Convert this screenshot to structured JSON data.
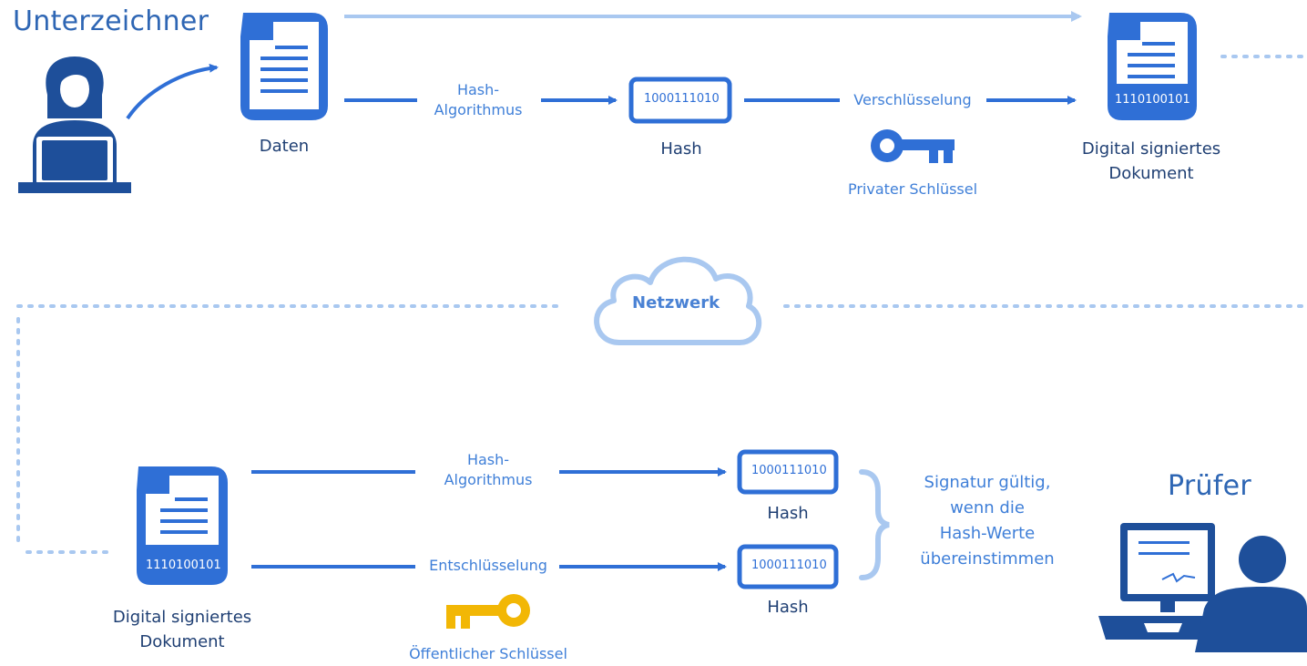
{
  "signer": {
    "heading": "Unterzeichner"
  },
  "verifier": {
    "heading": "Prüfer"
  },
  "top_row": {
    "data_label": "Daten",
    "hash_algorithm_label": [
      "Hash-",
      "Algorithmus"
    ],
    "hash_value": "1000111010",
    "hash_label": "Hash",
    "encryption_label": "Verschlüsselung",
    "private_key_label": "Privater Schlüssel",
    "signed_doc_value": "1110100101",
    "signed_doc_label": [
      "Digital signiertes",
      "Dokument"
    ]
  },
  "network": {
    "label": "Netzwerk"
  },
  "bottom_row": {
    "signed_doc_value": "1110100101",
    "signed_doc_label": [
      "Digital signiertes",
      "Dokument"
    ],
    "hash_algorithm_label": [
      "Hash-",
      "Algorithmus"
    ],
    "decryption_label": "Entschlüsselung",
    "public_key_label": "Öffentlicher Schlüssel",
    "hash_value_1": "1000111010",
    "hash_label_1": "Hash",
    "hash_value_2": "1000111010",
    "hash_label_2": "Hash",
    "result_note": [
      "Signatur gültig,",
      "wenn die",
      "Hash-Werte",
      "übereinstimmen"
    ]
  },
  "colors": {
    "primary": "#2f6fd6",
    "dark": "#1f3f73",
    "person": "#1e4f9a",
    "light_line": "#a9c8f0",
    "public_key": "#f2b705"
  }
}
